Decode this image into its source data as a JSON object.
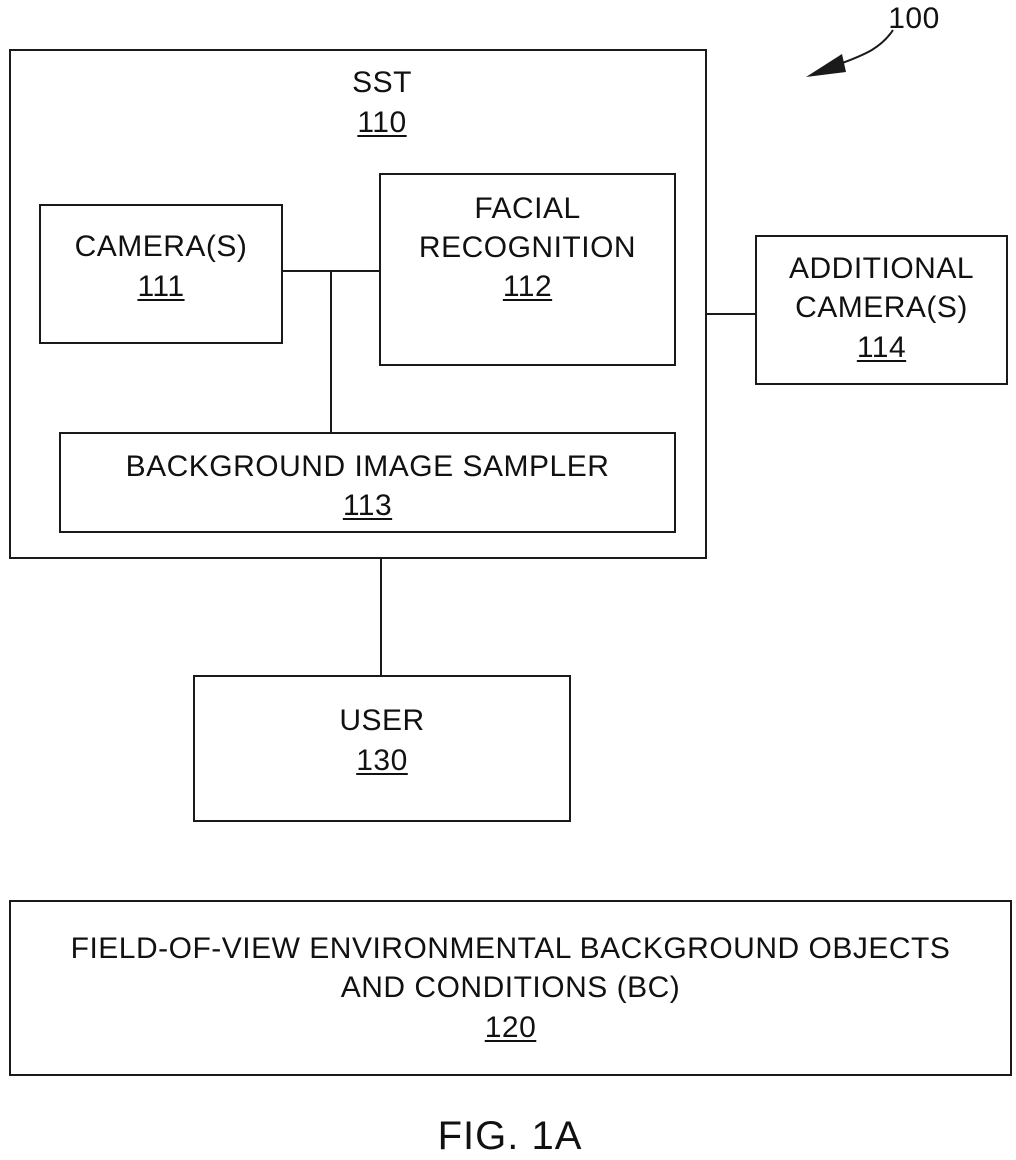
{
  "figure_ref": "100",
  "sst": {
    "title": "SST",
    "ref": "110"
  },
  "cameras": {
    "title": "CAMERA(S)",
    "ref": "111"
  },
  "facial": {
    "line1": "FACIAL",
    "line2": "RECOGNITION",
    "ref": "112"
  },
  "sampler": {
    "title": "BACKGROUND IMAGE SAMPLER",
    "ref": "113"
  },
  "additional": {
    "line1": "ADDITIONAL",
    "line2": "CAMERA(S)",
    "ref": "114"
  },
  "user": {
    "title": "USER",
    "ref": "130"
  },
  "background": {
    "line1": "FIELD-OF-VIEW ENVIRONMENTAL BACKGROUND OBJECTS",
    "line2": "AND CONDITIONS (BC)",
    "ref": "120"
  },
  "caption": "FIG. 1A"
}
